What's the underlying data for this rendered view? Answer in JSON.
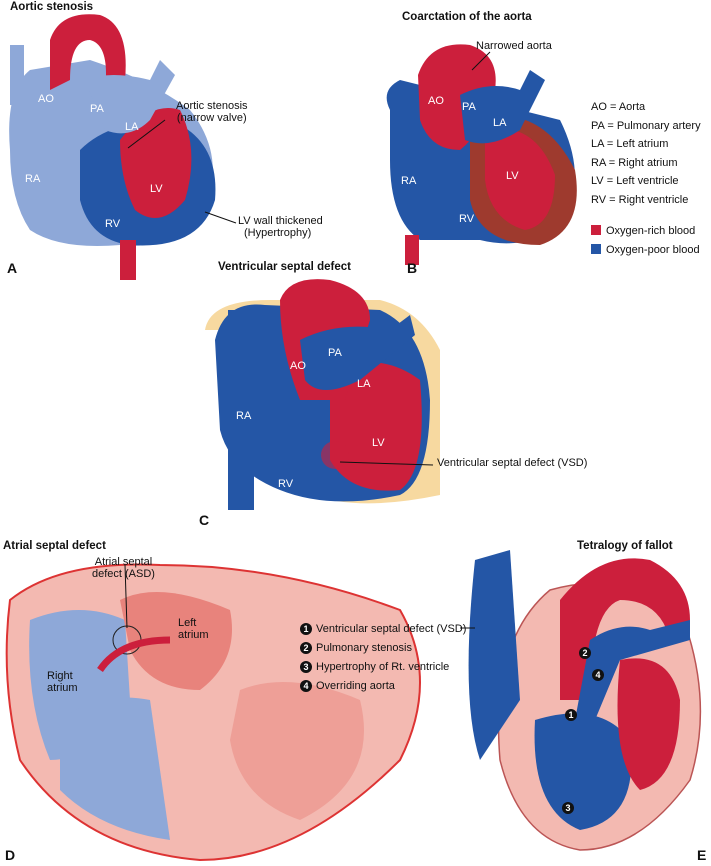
{
  "colors": {
    "oxygen_rich": "#cc1f3c",
    "oxygen_poor": "#2456a6",
    "light_blue": "#8ea8d8",
    "tissue_pink": "#f3b9b1"
  },
  "panel_a": {
    "letter": "A",
    "title": "Aortic stenosis",
    "ao": "AO",
    "pa": "PA",
    "la": "LA",
    "ra": "RA",
    "lv": "LV",
    "rv": "RV",
    "callout_stenosis": "Aortic stenosis\n(narrow valve)",
    "callout_stenosis_1": "Aortic stenosis",
    "callout_stenosis_2": "(narrow valve)",
    "callout_wall_1": "LV wall thickened",
    "callout_wall_2": "(Hypertrophy)"
  },
  "panel_b": {
    "letter": "B",
    "title": "Coarctation of the aorta",
    "callout": "Narrowed aorta",
    "ao": "AO",
    "pa": "PA",
    "la": "LA",
    "ra": "RA",
    "lv": "LV",
    "rv": "RV"
  },
  "legend": {
    "abbreviations": [
      {
        "abbr": "AO",
        "meaning": "Aorta"
      },
      {
        "abbr": "PA",
        "meaning": "Pulmonary artery"
      },
      {
        "abbr": "LA",
        "meaning": "Left atrium"
      },
      {
        "abbr": "RA",
        "meaning": "Right atrium"
      },
      {
        "abbr": "LV",
        "meaning": "Left ventricle"
      },
      {
        "abbr": "RV",
        "meaning": "Right ventricle"
      }
    ],
    "rich": "Oxygen-rich blood",
    "poor": "Oxygen-poor blood"
  },
  "panel_c": {
    "letter": "C",
    "title": "Ventricular septal defect",
    "ao": "AO",
    "pa": "PA",
    "la": "LA",
    "ra": "RA",
    "lv": "LV",
    "rv": "RV",
    "callout": "Ventricular septal defect (VSD)"
  },
  "panel_d": {
    "letter": "D",
    "title": "Atrial septal defect",
    "callout_1": "Atrial septal",
    "callout_2": "defect (ASD)",
    "left_1": "Left",
    "left_2": "atrium",
    "right_1": "Right",
    "right_2": "atrium"
  },
  "panel_e": {
    "letter": "E",
    "title": "Tetralogy of fallot",
    "items": [
      {
        "n": "1",
        "label": "Ventricular septal defect (VSD)"
      },
      {
        "n": "2",
        "label": "Pulmonary stenosis"
      },
      {
        "n": "3",
        "label": "Hypertrophy of Rt. ventricle"
      },
      {
        "n": "4",
        "label": "Overriding aorta"
      }
    ],
    "marker_3": "3"
  }
}
